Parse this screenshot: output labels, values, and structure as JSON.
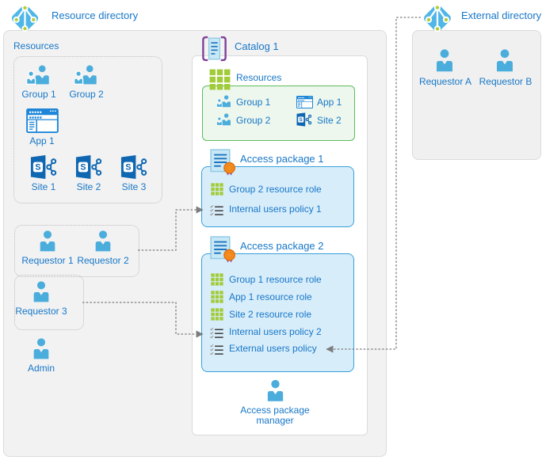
{
  "resource_directory": {
    "title": "Resource directory",
    "resources_section": {
      "label": "Resources",
      "items": [
        {
          "label": "Group 1",
          "icon": "group-icon"
        },
        {
          "label": "Group 2",
          "icon": "group-icon"
        },
        {
          "label": "App 1",
          "icon": "app-icon"
        },
        {
          "label": "Site 1",
          "icon": "sharepoint-site-icon"
        },
        {
          "label": "Site 2",
          "icon": "sharepoint-site-icon"
        },
        {
          "label": "Site 3",
          "icon": "sharepoint-site-icon"
        }
      ]
    },
    "requestor_group_a": [
      {
        "label": "Requestor 1",
        "icon": "person-icon"
      },
      {
        "label": "Requestor 2",
        "icon": "person-icon"
      }
    ],
    "requestor_group_b": [
      {
        "label": "Requestor 3",
        "icon": "person-icon"
      }
    ],
    "admin": {
      "label": "Admin",
      "icon": "person-icon"
    }
  },
  "catalog": {
    "title": "Catalog 1",
    "icon": "catalog-icon",
    "resources_section": {
      "label": "Resources",
      "icon": "resource-grid-icon",
      "items": [
        {
          "label": "Group 1",
          "icon": "group-icon"
        },
        {
          "label": "Group 2",
          "icon": "group-icon"
        },
        {
          "label": "App 1",
          "icon": "app-icon"
        },
        {
          "label": "Site 2",
          "icon": "sharepoint-site-icon"
        }
      ]
    },
    "access_package_1": {
      "title": "Access package 1",
      "icon": "access-package-icon",
      "rows": [
        {
          "label": "Group 2 resource role",
          "icon": "resource-role-grid-icon"
        },
        {
          "label": "Internal users policy 1",
          "icon": "policy-checklist-icon"
        }
      ]
    },
    "access_package_2": {
      "title": "Access package 2",
      "icon": "access-package-icon",
      "rows": [
        {
          "label": "Group 1 resource role",
          "icon": "resource-role-grid-icon"
        },
        {
          "label": "App 1 resource role",
          "icon": "resource-role-grid-icon"
        },
        {
          "label": "Site 2 resource role",
          "icon": "resource-role-grid-icon"
        },
        {
          "label": "Internal users policy 2",
          "icon": "policy-checklist-icon"
        },
        {
          "label": "External users policy",
          "icon": "policy-checklist-icon"
        }
      ]
    },
    "manager": {
      "label_line1": "Access package",
      "label_line2": "manager",
      "icon": "person-icon"
    }
  },
  "external_directory": {
    "title": "External directory",
    "icon": "azure-ad-directory-icon",
    "requestors": [
      {
        "label": "Requestor A",
        "icon": "person-icon"
      },
      {
        "label": "Requestor B",
        "icon": "person-icon"
      }
    ]
  },
  "connectors": [
    {
      "from": "Requestor 1 / Requestor 2 group",
      "to": "Internal users policy 1"
    },
    {
      "from": "Requestor 3 group",
      "to": "Internal users policy 2"
    },
    {
      "from": "External directory",
      "to": "External users policy"
    }
  ],
  "colors": {
    "label_blue": "#1777C8",
    "person_blue": "#4BADDC",
    "ad_diamond_blue": "#4FB6E8",
    "ad_node_green": "#B3CB38",
    "sharepoint_blue": "#0F67B2",
    "app_blue": "#1E86D8",
    "grid_green": "#A2CB3A",
    "green_box_border": "#5CBE5C",
    "green_box_fill": "#EDF7ED",
    "blue_box_border": "#35A0DB",
    "blue_box_fill": "#D8EDFA",
    "gray_box_fill": "#F2F2F2",
    "badge_orange": "#F78E1E",
    "ribbon_purple": "#8E4FA8",
    "bracket_purple": "#7E3F98",
    "connector_gray": "#7D7D7D"
  }
}
